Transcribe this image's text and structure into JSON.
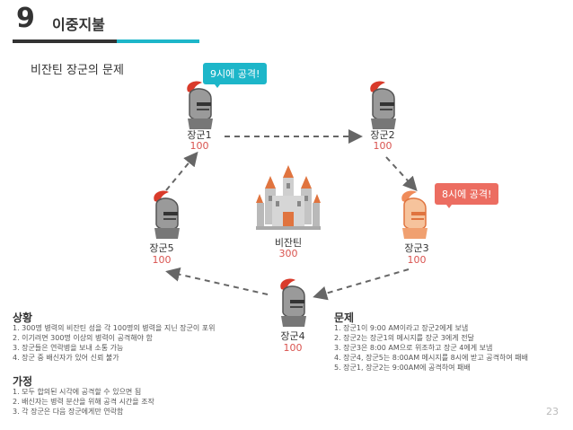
{
  "header": {
    "number": "9",
    "title": "이중지불"
  },
  "subtitle": "비잔틴 장군의 문제",
  "center": {
    "label": "비잔틴",
    "value": "300"
  },
  "generals": [
    {
      "name": "장군1",
      "value": "100"
    },
    {
      "name": "장군2",
      "value": "100"
    },
    {
      "name": "장군3",
      "value": "100"
    },
    {
      "name": "장군4",
      "value": "100"
    },
    {
      "name": "장군5",
      "value": "100"
    }
  ],
  "bubbles": {
    "general1": "9시에 공격!",
    "general3": "8시에 공격!"
  },
  "situation": {
    "title": "상황",
    "items": [
      "1. 300명 병력의 비잔틴 성을 각 100명의 병력을 지닌 장군이 포위",
      "2. 이기려면 300명 이상의 병력이 공격해야 함",
      "3. 장군들은 연락병을 보내 소통 가능",
      "4. 장군 중 배신자가 있어 신뢰 불가"
    ]
  },
  "assumption": {
    "title": "가정",
    "items": [
      "1. 모두 합의된 시각에 공격할 수 있으면 됨",
      "2. 배신자는 병력 분산을 위해 공격 시간을 조작",
      "3. 각 장군은 다음 장군에게만 연락함"
    ]
  },
  "problem": {
    "title": "문제",
    "items": [
      "1. 장군1이 9:00 AM이라고 장군2에게 보냄",
      "2. 장군2는 장군1의 메시지를 장군 3에게 전달",
      "3. 장군3은 8:00 AM으로 위조하고 장군 4에게 보냄",
      "4. 장군4, 장군5는 8:00AM 메시지를 8시에 받고 공격하여 패배",
      "5. 장군1, 장군2는 9:00AM에 공격하여 패배"
    ]
  },
  "page_number": "23",
  "colors": {
    "teal": "#1db6c9",
    "red_value": "#d9534f",
    "traitor": "#f0a070"
  }
}
